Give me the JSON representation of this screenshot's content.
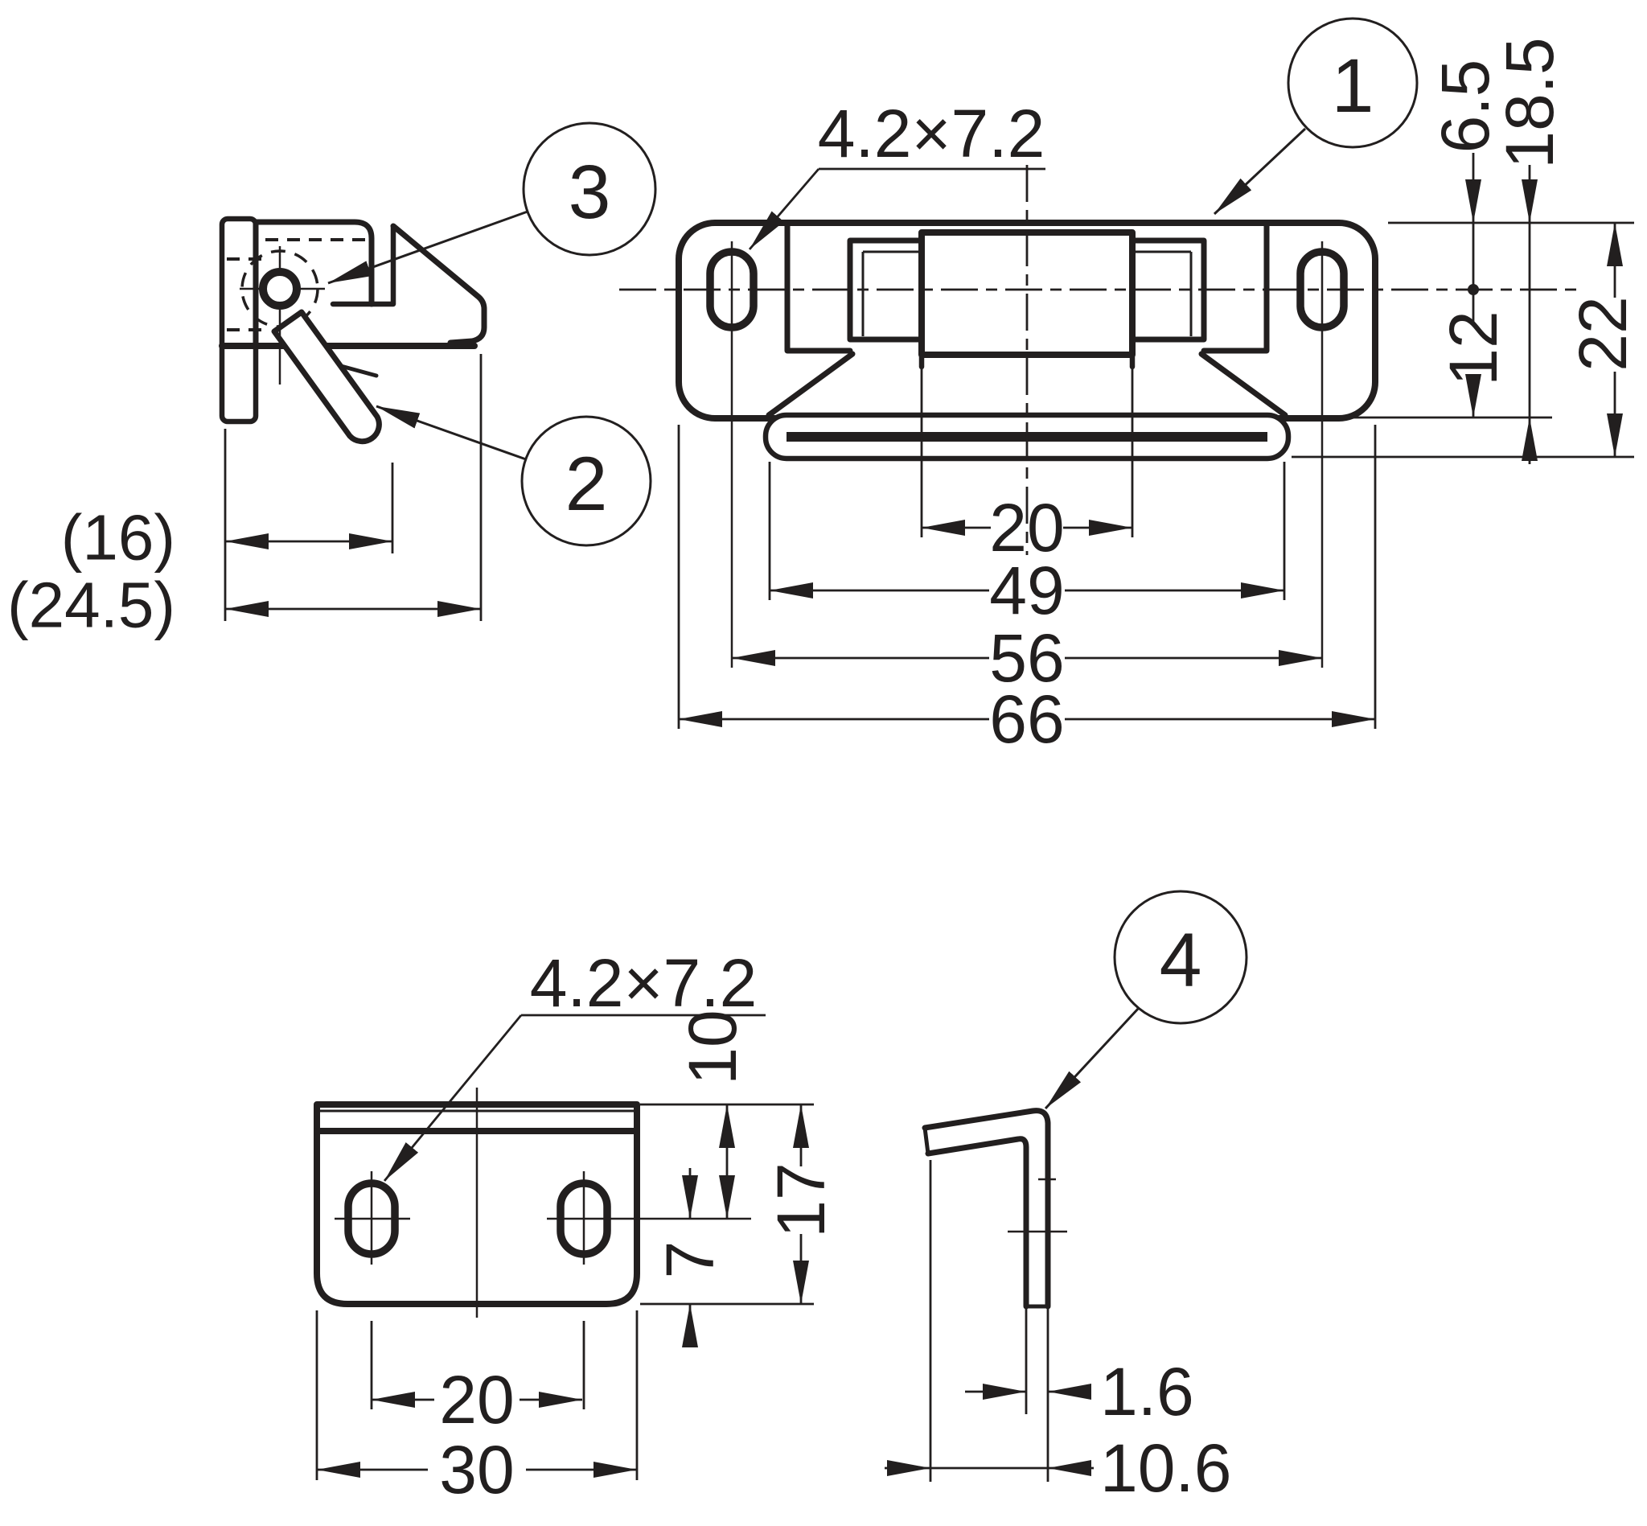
{
  "drawing_title": "Latch catch dimensional drawing",
  "colors": {
    "line": "#221f1f",
    "background": "#ffffff"
  },
  "balloons": {
    "b1": "1",
    "b2": "2",
    "b3": "3",
    "b4": "4"
  },
  "front": {
    "slot_label": "4.2×7.2",
    "d65": "6.5",
    "d185": "18.5",
    "d12": "12",
    "d22": "22",
    "d20": "20",
    "d49": "49",
    "d56": "56",
    "d66": "66"
  },
  "side": {
    "d16": "(16)",
    "d245": "(24.5)"
  },
  "strike": {
    "slot_label": "4.2×7.2",
    "d10": "10",
    "d17": "17",
    "d7": "7",
    "d20": "20",
    "d30": "30"
  },
  "bracket": {
    "d16": "1.6",
    "d106": "10.6"
  }
}
